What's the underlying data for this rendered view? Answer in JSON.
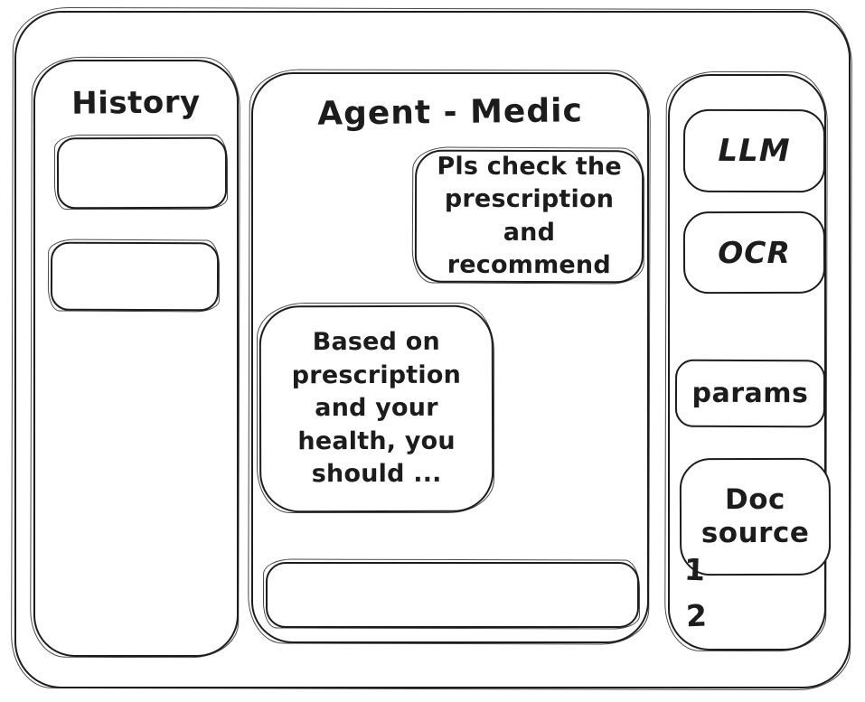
{
  "colors": {
    "ink": "#1c1c1c",
    "background": "#ffffff"
  },
  "history": {
    "title": "History",
    "items": [
      {
        "label": ""
      },
      {
        "label": ""
      }
    ]
  },
  "chat": {
    "title": "Agent - Medic",
    "messages": [
      {
        "role": "user",
        "text": "Pls check the prescription and recommend"
      },
      {
        "role": "assistant",
        "text": "Based on prescription and your health, you should ..."
      }
    ],
    "input": {
      "value": "",
      "placeholder": ""
    }
  },
  "tools": {
    "buttons": [
      {
        "id": "llm",
        "label": "LLM"
      },
      {
        "id": "ocr",
        "label": "OCR"
      },
      {
        "id": "params",
        "label": "params"
      },
      {
        "id": "doc-source",
        "label": "Doc source"
      }
    ],
    "doc_items": [
      "1",
      "2"
    ]
  }
}
